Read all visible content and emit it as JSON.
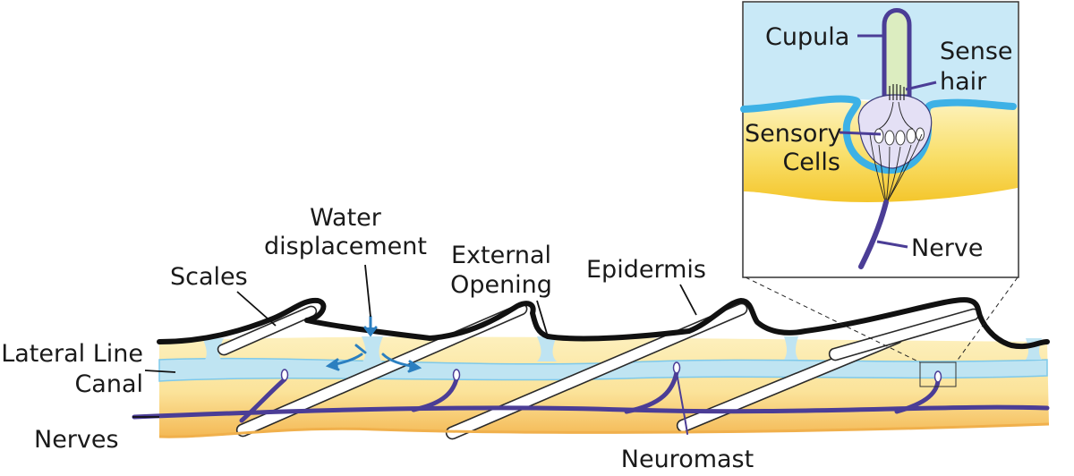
{
  "labels": {
    "scales": "Scales",
    "water": "Water",
    "displacement": "displacement",
    "external": "External",
    "opening": "Opening",
    "epidermis": "Epidermis",
    "lateral_line": "Lateral Line",
    "canal": "Canal",
    "nerves": "Nerves",
    "neuromast": "Neuromast"
  },
  "inset_labels": {
    "cupula": "Cupula",
    "sense": "Sense",
    "hair": "hair",
    "sensory": "Sensory",
    "cells": "Cells",
    "nerve": "Nerve"
  },
  "colors": {
    "canal_fill": "#bfe4f2",
    "canal_edge": "#4ab6e4",
    "tissue": "#fbe8a6",
    "tissue_deep": "#f6c25e",
    "nerve": "#4b3d96",
    "scale_fill": "#ffffff",
    "outline": "#111111",
    "water_arrow": "#2b7fc0"
  }
}
